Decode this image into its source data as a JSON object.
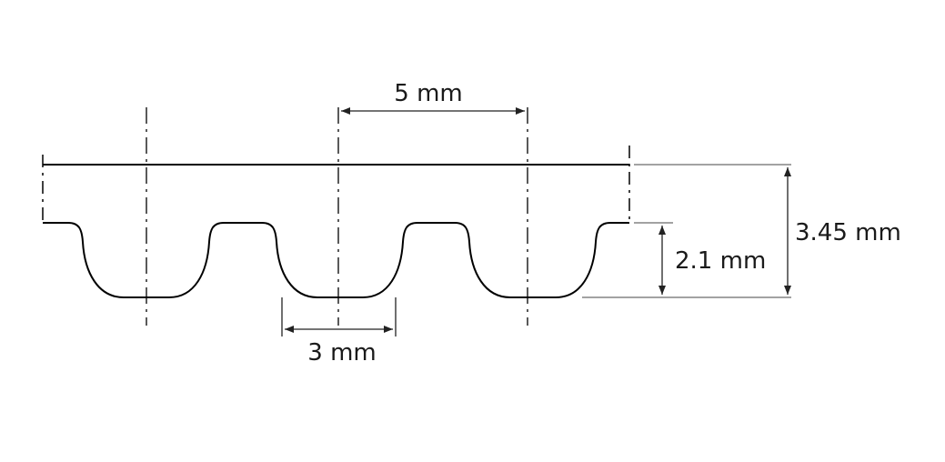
{
  "dimensions": {
    "pitch": "5 mm",
    "tooth_width": "3 mm",
    "tooth_height": "2.1 mm",
    "belt_thickness": "3.45 mm"
  },
  "colors": {
    "line": "#000000",
    "dim_line": "#222222",
    "text": "#1a1a1a",
    "background": "#ffffff"
  }
}
